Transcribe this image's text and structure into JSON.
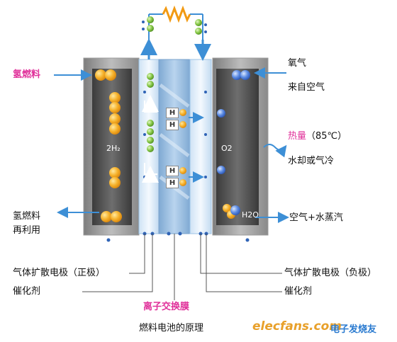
{
  "labels": {
    "h2_fuel": "氢燃料",
    "oxygen": "氧气",
    "from_air": "来自空气",
    "heat": "热量（85℃）",
    "heat_word": "热量",
    "heat_temp": "（85℃）",
    "cooling": "水却或气冷",
    "h2_recycle_1": "氢燃料",
    "h2_recycle_2": "再利用",
    "air_water": "空气+水蒸汽",
    "gde_pos": "气体扩散电极（正极）",
    "catalyst_left": "催化剂",
    "membrane": "离子交换膜",
    "gde_neg": "气体扩散电极（负极）",
    "catalyst_right": "催化剂",
    "caption": "燃料电池的原理",
    "inner_2h2": "2H₂",
    "inner_o2": "O2",
    "inner_h2o": "H2O",
    "h_plus": "H"
  },
  "watermark": {
    "site": "elecfans.com",
    "cn": "电子发烧友"
  },
  "colors": {
    "magenta_text": "#e0309a",
    "arrow_blue": "#3d8fd6",
    "hydrogen_orange": "#f2a21a",
    "proton_green": "#7cc242",
    "oxygen_blue": "#4a78d8",
    "resistor_orange": "#f29a12"
  }
}
